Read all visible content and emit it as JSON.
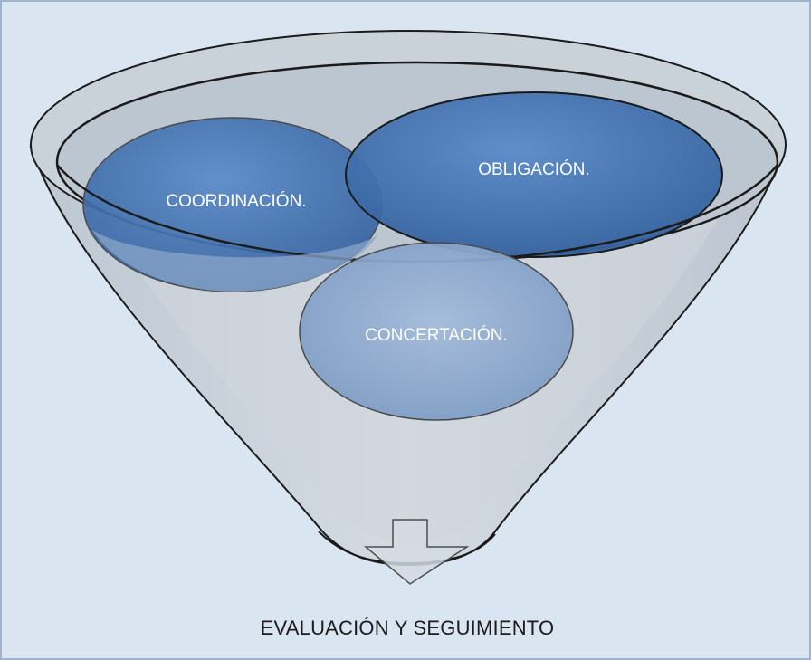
{
  "diagram": {
    "ellipses": {
      "coordinacion": "COORDINACIÓN.",
      "obligacion": "OBLIGACIÓN.",
      "concertacion": "CONCERTACIÓN."
    },
    "caption": "EVALUACIÓN Y SEGUIMIENTO"
  },
  "colors": {
    "background": "#dae5f2",
    "funnel": "#c4ccd5",
    "dark_ellipse": "#3f6fb0",
    "light_ellipse": "#8aa7cd"
  }
}
